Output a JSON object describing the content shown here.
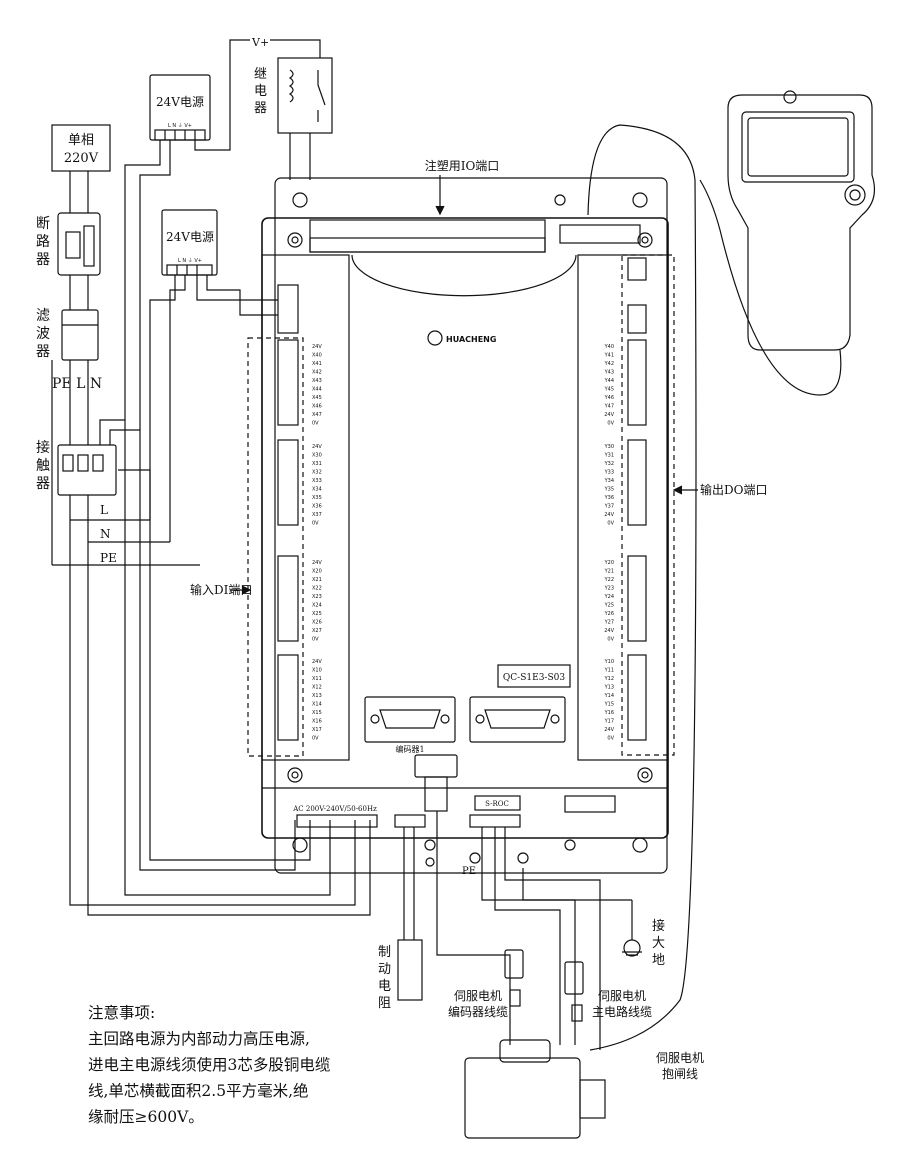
{
  "labels": {
    "single_phase": "单相",
    "single_phase_volt": "220V",
    "breaker": [
      "断",
      "路",
      "器"
    ],
    "filter": [
      "滤",
      "波",
      "器"
    ],
    "pe_l_n": "PE L N",
    "contactor": [
      "接",
      "触",
      "器"
    ],
    "psu1": "24V电源",
    "psu2": "24V电源",
    "psu_terms": "L N ⏚ V+",
    "relay": [
      "继",
      "电",
      "器"
    ],
    "vplus": "V+",
    "io_port": "注塑用IO端口",
    "do_port": "输出DO端口",
    "di_port": "输入DI端口",
    "brand": "HUACHENG",
    "model": "QC-S1E3-S03",
    "encoder_port": "编码器1",
    "s_roc": "S-ROC",
    "ac_input": "AC 200V-240V/50-60Hz",
    "pe": "PE",
    "ground": [
      "接",
      "大",
      "地"
    ],
    "brake_resistor": [
      "制",
      "动",
      "电",
      "阻"
    ],
    "encoder_cable": [
      "伺服电机",
      "编码器线缆"
    ],
    "power_cable": [
      "伺服电机",
      "主电路线缆"
    ],
    "brake_cable": [
      "伺服电机",
      "抱闸线"
    ],
    "bus_L": "L",
    "bus_N": "N",
    "bus_PE": "PE"
  },
  "di_groups": [
    [
      "24V",
      "X40",
      "X41",
      "X42",
      "X43",
      "X44",
      "X45",
      "X46",
      "X47",
      "0V"
    ],
    [
      "24V",
      "X30",
      "X31",
      "X32",
      "X33",
      "X34",
      "X35",
      "X36",
      "X37",
      "0V"
    ],
    [
      "24V",
      "X20",
      "X21",
      "X22",
      "X23",
      "X24",
      "X25",
      "X26",
      "X27",
      "0V"
    ],
    [
      "24V",
      "X10",
      "X11",
      "X12",
      "X13",
      "X14",
      "X15",
      "X16",
      "X17",
      "0V"
    ]
  ],
  "do_groups": [
    [
      "Y40",
      "Y41",
      "Y42",
      "Y43",
      "Y44",
      "Y45",
      "Y46",
      "Y47",
      "24V",
      "0V"
    ],
    [
      "Y30",
      "Y31",
      "Y32",
      "Y33",
      "Y34",
      "Y35",
      "Y36",
      "Y37",
      "24V",
      "0V"
    ],
    [
      "Y20",
      "Y21",
      "Y22",
      "Y23",
      "Y24",
      "Y25",
      "Y26",
      "Y27",
      "24V",
      "0V"
    ],
    [
      "Y10",
      "Y11",
      "Y12",
      "Y13",
      "Y14",
      "Y15",
      "Y16",
      "Y17",
      "24V",
      "0V"
    ]
  ],
  "note": {
    "title": "注意事项:",
    "lines": [
      "主回路电源为内部动力高压电源,",
      "进电主电源线须使用3芯多股铜电缆",
      "线,单芯横截面积2.5平方毫米,绝",
      "缘耐压≥600V。"
    ]
  }
}
